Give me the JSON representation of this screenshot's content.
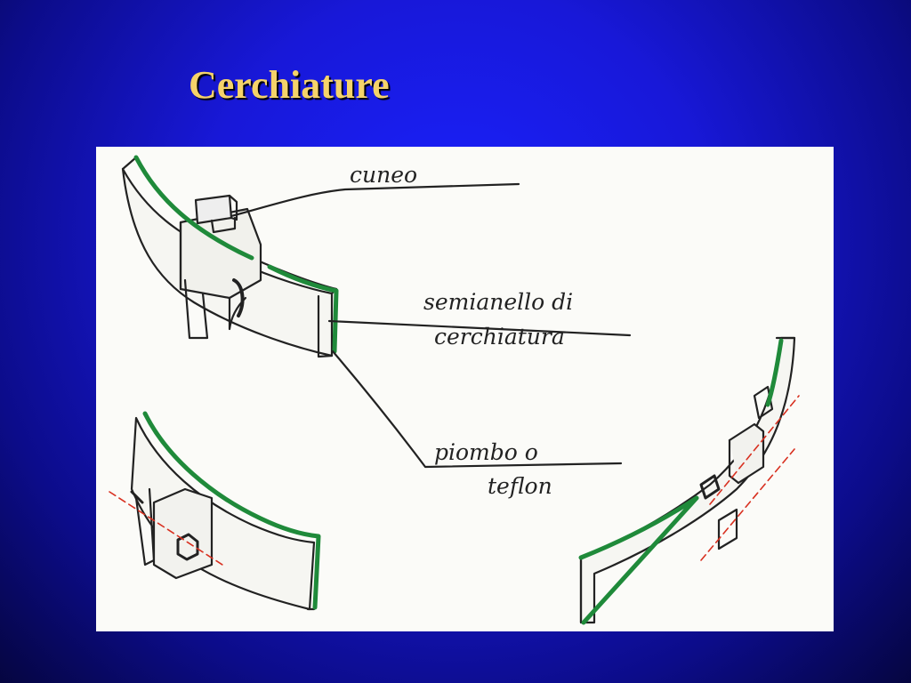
{
  "slide": {
    "title": "Cerchiature",
    "title_color": "#f5d36a"
  },
  "diagram": {
    "labels": {
      "cuneo": "cuneo",
      "semianello_line1": "semianello di",
      "semianello_line2": "cerchiatura",
      "piombo_line1": "piombo o",
      "piombo_line2": "teflon"
    },
    "colors": {
      "ink": "#222222",
      "band": "#1f8a3a",
      "axis": "#d83020"
    }
  }
}
